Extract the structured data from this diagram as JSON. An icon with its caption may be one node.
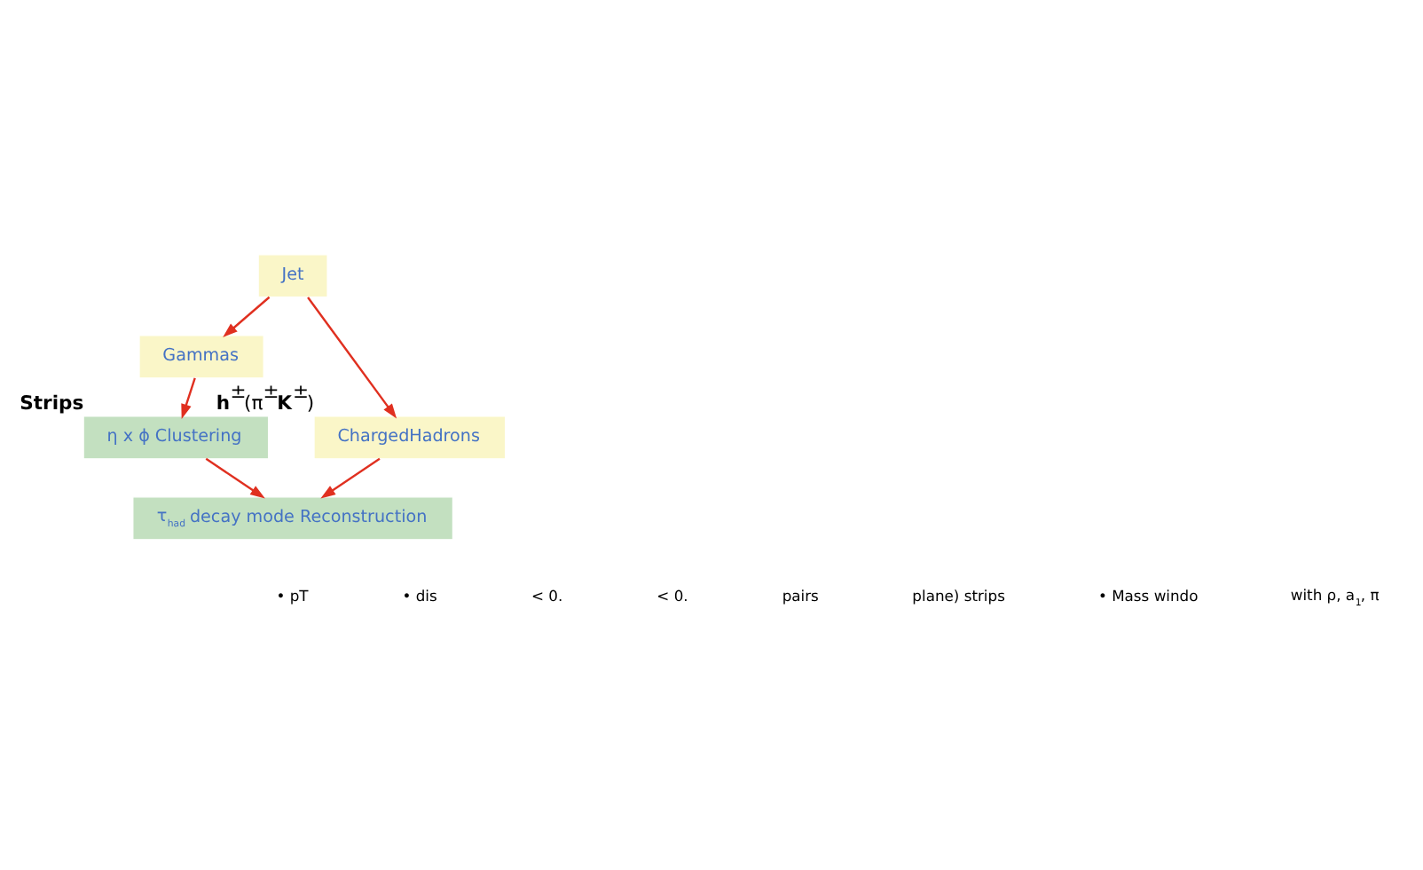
{
  "diagram": {
    "nodes": [
      {
        "text": [
          "Jet"
        ]
      },
      {
        "text": [
          "Gammas"
        ]
      },
      {
        "text": [
          "η x ϕ Clustering"
        ],
        "beside": [
          "Strips"
        ]
      },
      {
        "text": [
          "ChargedHadrons"
        ],
        "beside": [
          "**h**$^{±}$(π$^{±}$**K**$^{±}$)"
        ]
      },
      {
        "text": [
          "τ$_{had}$ decay mode Reconstruction"
        ]
      }
    ],
    "edges": [
      {
        "from": 0,
        "to": 1,
        "arrow": "to"
      },
      {
        "from": 0,
        "to": 3,
        "arrow": "to"
      },
      {
        "from": 1,
        "to": 2,
        "arrow": "to"
      },
      {
        "from": 2,
        "to": 4,
        "arrow": "to"
      },
      {
        "from": 3,
        "to": 4,
        "arrow": "to"
      }
    ],
    "labels": [
      "• pT",
      "• dis",
      "< 0.",
      "< 0.",
      "pairs",
      "plane) strips",
      "• Mass windo",
      "with ρ, a$_{1}$, π"
    ]
  }
}
